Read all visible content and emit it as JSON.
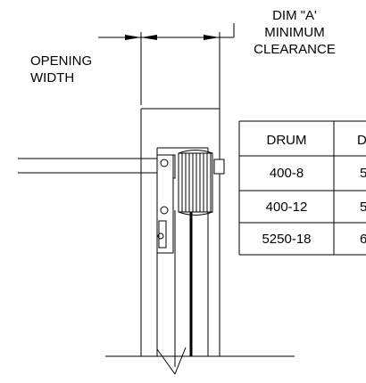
{
  "labels": {
    "opening_width_line1": "OPENING",
    "opening_width_line2": "WIDTH",
    "dim_a_line1": "DIM \"A'",
    "dim_a_line2": "MINIMUM",
    "dim_a_line3": "CLEARANCE"
  },
  "table": {
    "headers": [
      "DRUM",
      "D"
    ],
    "rows": [
      [
        "400-8",
        "5"
      ],
      [
        "400-12",
        "5"
      ],
      [
        "5250-18",
        "6"
      ]
    ]
  }
}
